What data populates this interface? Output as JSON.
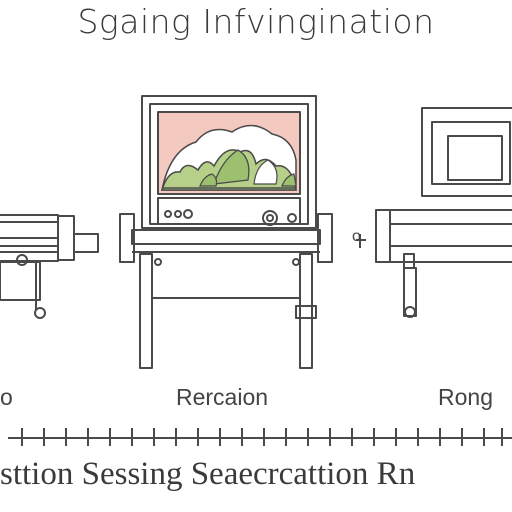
{
  "title": "Sgaing Infvingination",
  "labels": {
    "left": "o",
    "center": "Rercaion",
    "right": "Rong",
    "side": "o"
  },
  "bottom_text": "sttion Sessing Seaecrcattion Rn",
  "colors": {
    "line": "#4a4a4a",
    "screen_pink": "#f4c9c0",
    "foliage": "#b6d08a",
    "foliage_dark": "#7fa85a",
    "cloud": "#ffffff"
  }
}
